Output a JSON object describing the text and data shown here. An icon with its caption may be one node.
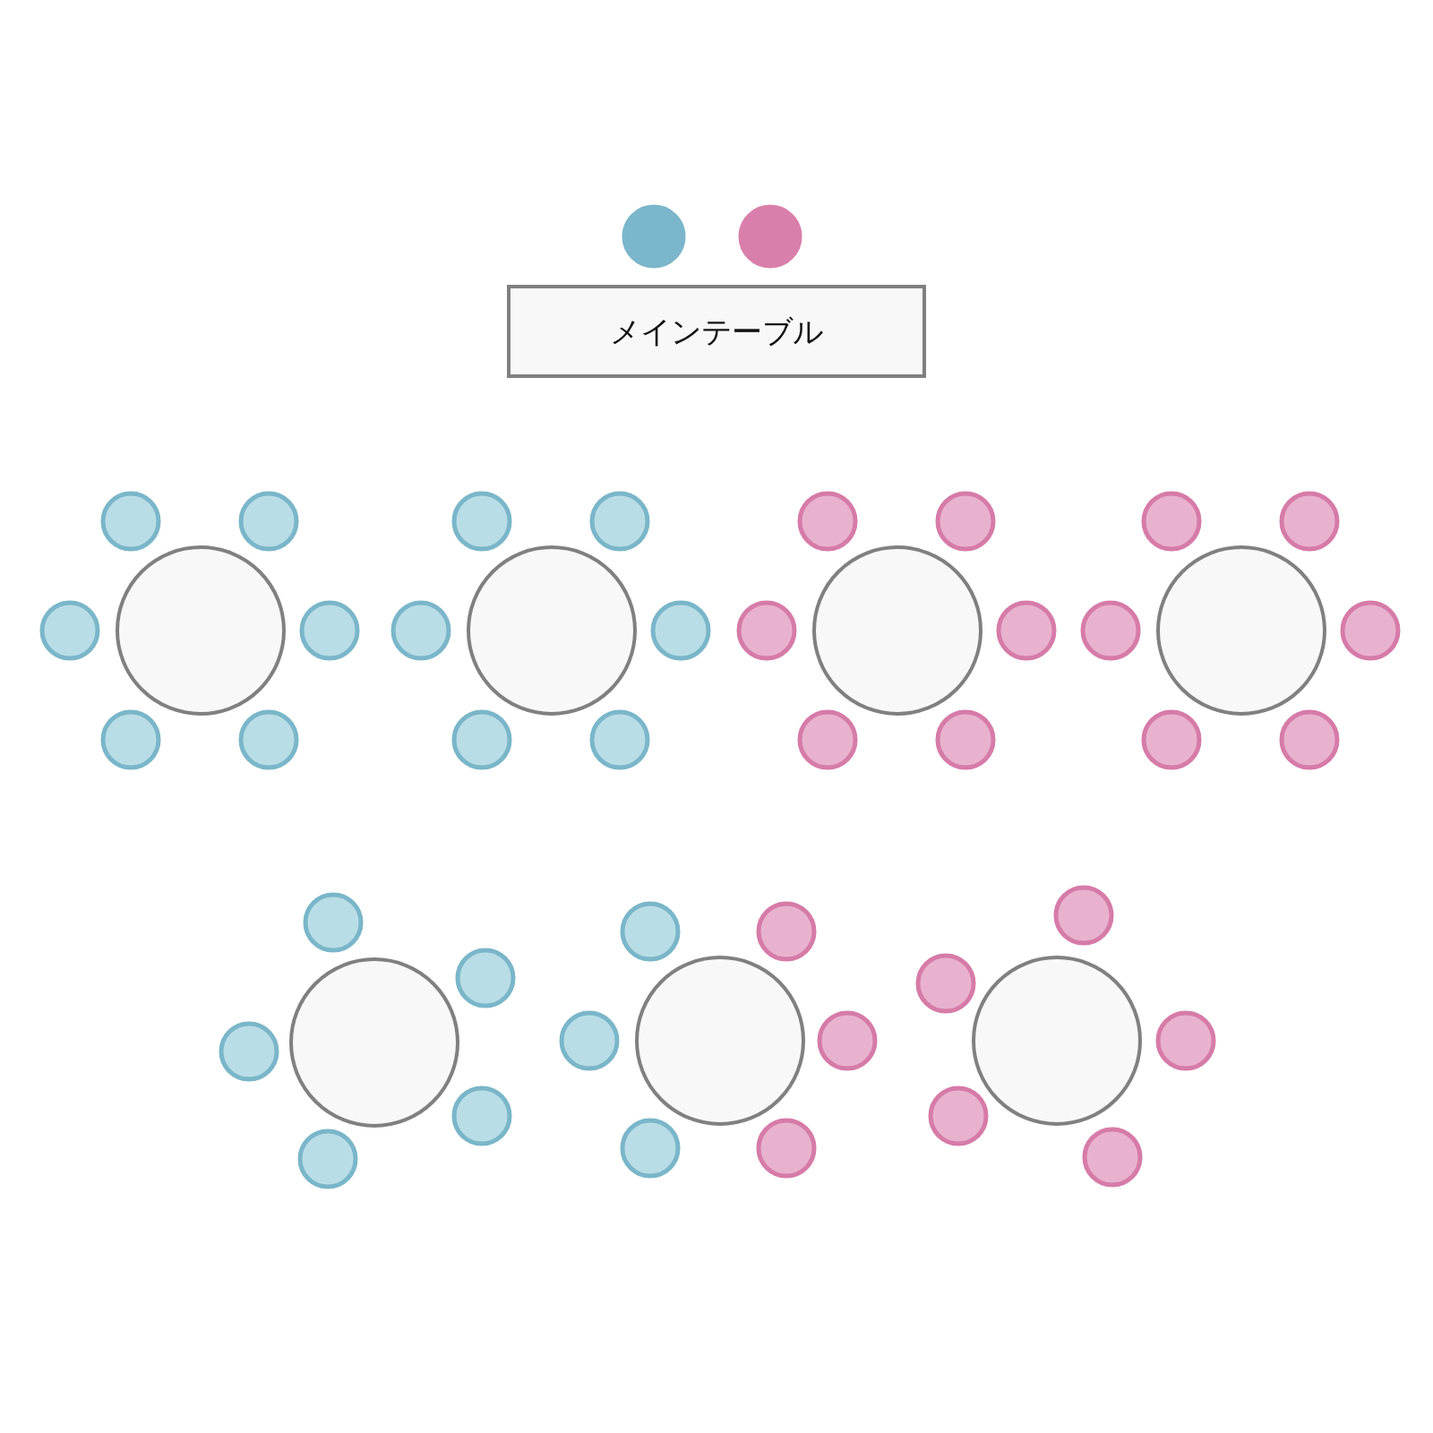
{
  "diagram": {
    "nodes": [
      {
        "text": [],
        "shape": "circle"
      },
      {
        "text": [],
        "shape": "circle"
      },
      {
        "text": [
          "メインテーブル"
        ]
      },
      {
        "text": [],
        "shape": "circle"
      },
      {
        "text": [],
        "shape": "circle"
      },
      {
        "text": [],
        "shape": "circle"
      },
      {
        "text": [],
        "shape": "circle"
      },
      {
        "text": [],
        "shape": "circle"
      },
      {
        "text": [],
        "shape": "circle"
      },
      {
        "text": [],
        "shape": "circle"
      },
      {
        "text": [],
        "shape": "circle"
      },
      {
        "text": [],
        "shape": "circle"
      },
      {
        "text": [],
        "shape": "circle"
      },
      {
        "text": [],
        "shape": "circle"
      },
      {
        "text": [],
        "shape": "circle"
      },
      {
        "text": [],
        "shape": "circle"
      },
      {
        "text": [],
        "shape": "circle"
      },
      {
        "text": [],
        "shape": "circle"
      },
      {
        "text": [],
        "shape": "circle"
      },
      {
        "text": [],
        "shape": "circle"
      },
      {
        "text": [],
        "shape": "circle"
      },
      {
        "text": [],
        "shape": "circle"
      },
      {
        "text": [],
        "shape": "circle"
      },
      {
        "text": [],
        "shape": "circle"
      },
      {
        "text": [],
        "shape": "circle"
      },
      {
        "text": [],
        "shape": "circle"
      },
      {
        "text": [],
        "shape": "circle"
      },
      {
        "text": [],
        "shape": "circle"
      },
      {
        "text": [],
        "shape": "circle"
      },
      {
        "text": [],
        "shape": "circle"
      },
      {
        "text": [],
        "shape": "circle"
      },
      {
        "text": [],
        "shape": "circle"
      },
      {
        "text": [],
        "shape": "circle"
      },
      {
        "text": [],
        "shape": "circle"
      },
      {
        "text": [],
        "shape": "circle"
      },
      {
        "text": [],
        "shape": "circle"
      },
      {
        "text": [],
        "shape": "circle"
      },
      {
        "text": [],
        "shape": "circle"
      },
      {
        "text": [],
        "shape": "circle"
      },
      {
        "text": [],
        "shape": "circle"
      },
      {
        "text": [],
        "shape": "circle"
      },
      {
        "text": [],
        "shape": "circle"
      },
      {
        "text": [],
        "shape": "circle"
      },
      {
        "text": [],
        "shape": "circle"
      },
      {
        "text": [],
        "shape": "circle"
      },
      {
        "text": [],
        "shape": "circle"
      },
      {
        "text": [],
        "shape": "circle"
      },
      {
        "text": [],
        "shape": "circle"
      },
      {
        "text": [],
        "shape": "circle"
      },
      {
        "text": [],
        "shape": "circle"
      }
    ]
  }
}
